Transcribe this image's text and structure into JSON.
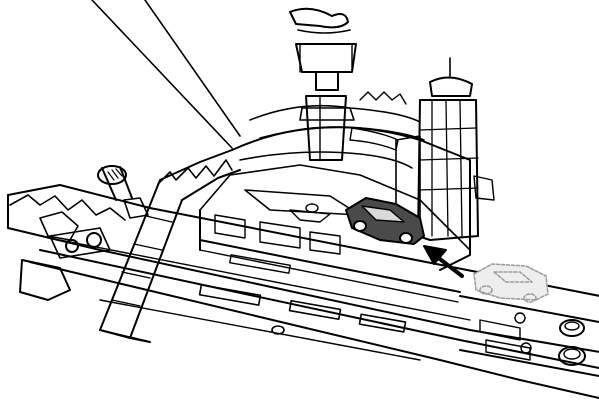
{
  "figure": {
    "kind": "line-art instruction illustration",
    "style": "black outline on white",
    "colors": {
      "ink": "#000000",
      "paper": "#ffffff",
      "car_fill": "#4a4a4a",
      "ghost_car": "#bdbdbd"
    }
  },
  "parts": {
    "callout_lines": {
      "icon": "callout-lines"
    },
    "tower": {
      "icon": "control-tower"
    },
    "ramp": {
      "icon": "curved-ramp"
    },
    "launcher": {
      "icon": "spring-launcher"
    },
    "car": {
      "icon": "race-car"
    },
    "ghost_car": {
      "icon": "race-car-outline"
    },
    "arrow": {
      "icon": "direction-arrow",
      "direction": "up-left"
    },
    "buttons": {
      "icon": "round-buttons",
      "count": 2
    }
  }
}
